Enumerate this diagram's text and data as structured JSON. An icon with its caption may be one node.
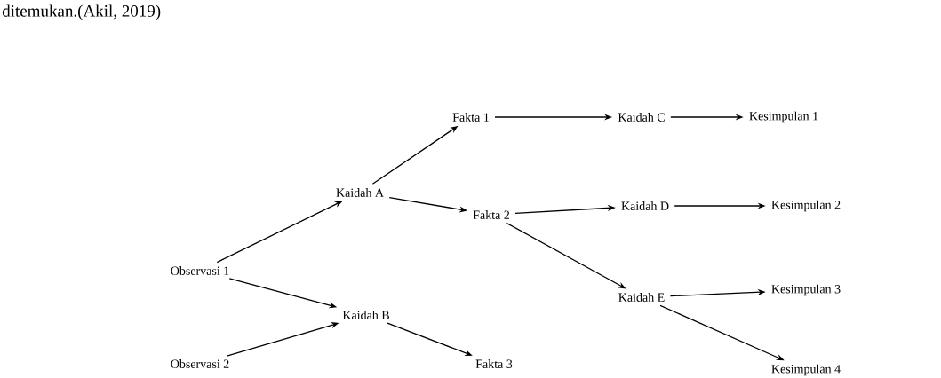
{
  "diagram": {
    "nodes": [
      {
        "text": [
          "Observasi 1"
        ]
      },
      {
        "text": [
          "Observasi 2"
        ]
      },
      {
        "text": [
          "Kaidah A"
        ]
      },
      {
        "text": [
          "Kaidah B"
        ]
      },
      {
        "text": [
          "Fakta 1"
        ]
      },
      {
        "text": [
          "Fakta 2"
        ]
      },
      {
        "text": [
          "Fakta 3"
        ]
      },
      {
        "text": [
          "Kaidah C"
        ]
      },
      {
        "text": [
          "Kaidah D"
        ]
      },
      {
        "text": [
          "Kaidah E"
        ]
      },
      {
        "text": [
          "Kesimpulan 1"
        ]
      },
      {
        "text": [
          "Kesimpulan 2"
        ]
      },
      {
        "text": [
          "Kesimpulan 3"
        ]
      },
      {
        "text": [
          "Kesimpulan 4"
        ]
      }
    ],
    "edges": [
      {
        "from": 0,
        "to": 2,
        "arrow": "to"
      },
      {
        "from": 0,
        "to": 3,
        "arrow": "to"
      },
      {
        "from": 1,
        "to": 3,
        "arrow": "to"
      },
      {
        "from": 2,
        "to": 4,
        "arrow": "to"
      },
      {
        "from": 2,
        "to": 5,
        "arrow": "to"
      },
      {
        "from": 3,
        "to": 6,
        "arrow": "to"
      },
      {
        "from": 4,
        "to": 7,
        "arrow": "to"
      },
      {
        "from": 5,
        "to": 8,
        "arrow": "to"
      },
      {
        "from": 5,
        "to": 9,
        "arrow": "to"
      },
      {
        "from": 7,
        "to": 10,
        "arrow": "to"
      },
      {
        "from": 8,
        "to": 11,
        "arrow": "to"
      },
      {
        "from": 9,
        "to": 12,
        "arrow": "to"
      },
      {
        "from": 9,
        "to": 13,
        "arrow": "to"
      }
    ],
    "labels": [
      "ditemukan.(Akil, 2019)"
    ]
  }
}
